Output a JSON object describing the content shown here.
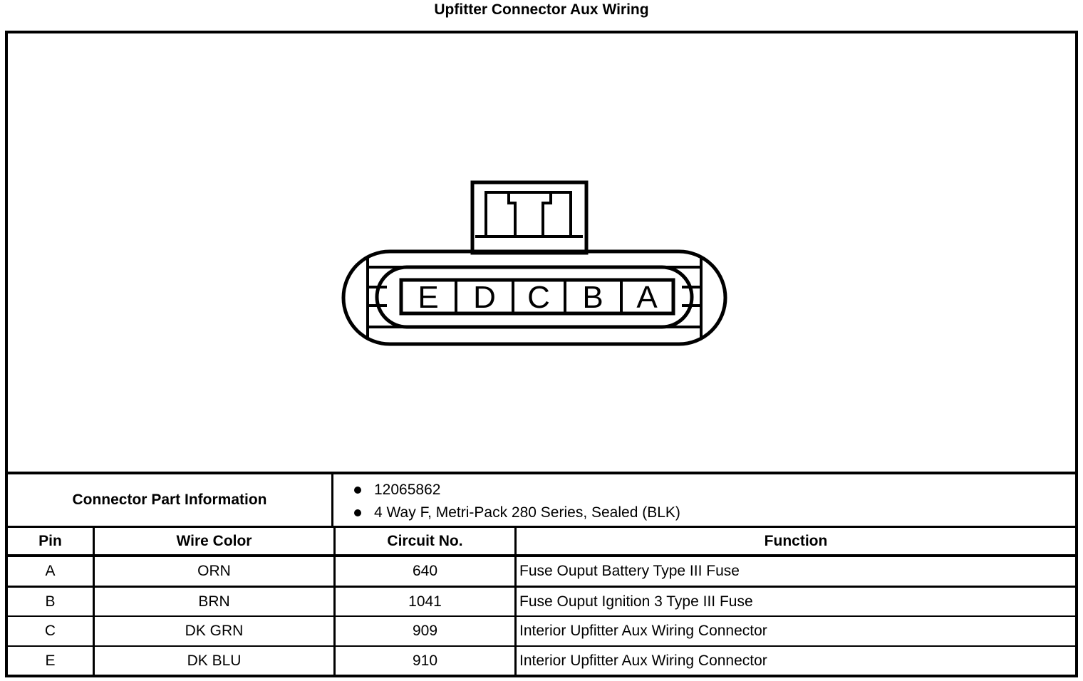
{
  "title": "Upfitter Connector Aux Wiring",
  "diagram": {
    "pins": [
      "E",
      "D",
      "C",
      "B",
      "A"
    ]
  },
  "part_info": {
    "label": "Connector Part Information",
    "items": [
      "12065862",
      "4 Way F, Metri-Pack 280 Series, Sealed (BLK)"
    ]
  },
  "table": {
    "headers": [
      "Pin",
      "Wire Color",
      "Circuit No.",
      "Function"
    ],
    "rows": [
      [
        "A",
        "ORN",
        "640",
        "Fuse Ouput Battery Type III Fuse"
      ],
      [
        "B",
        "BRN",
        "1041",
        "Fuse Ouput Ignition 3 Type III Fuse"
      ],
      [
        "C",
        "DK GRN",
        "909",
        "Interior Upfitter Aux Wiring Connector"
      ],
      [
        "E",
        "DK BLU",
        "910",
        "Interior Upfitter Aux Wiring Connector"
      ]
    ]
  },
  "colors": {
    "line": "#000000",
    "background": "#ffffff"
  }
}
